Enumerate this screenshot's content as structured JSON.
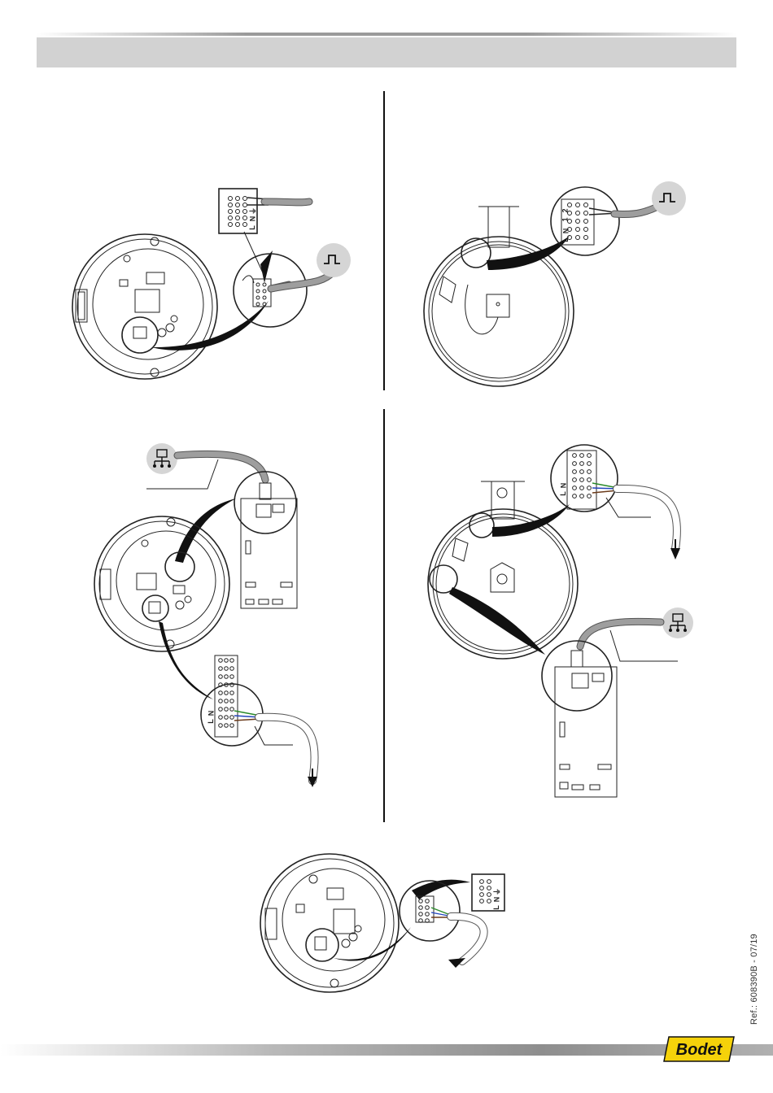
{
  "header": {
    "title": ""
  },
  "footer": {
    "reference": "Ref.: 608390B - 07/19"
  },
  "brand": {
    "logo_text": "Bodet",
    "logo_color": "#f5d20a"
  },
  "panels": [
    {
      "id": "top-left",
      "terminal_labels": [
        "L",
        "N",
        "⏚"
      ],
      "icon": "impulse-signal-icon"
    },
    {
      "id": "top-right",
      "terminal_labels": [
        "L",
        "N",
        "1",
        "2"
      ],
      "icon": "impulse-signal-icon"
    },
    {
      "id": "middle-left",
      "terminal_labels": [
        "L",
        "N"
      ],
      "icon": "network-icon"
    },
    {
      "id": "middle-right",
      "terminal_labels": [
        "L",
        "N"
      ],
      "icon": "network-icon"
    },
    {
      "id": "bottom-center",
      "terminal_labels": [
        "L",
        "N",
        "⏚"
      ]
    }
  ]
}
